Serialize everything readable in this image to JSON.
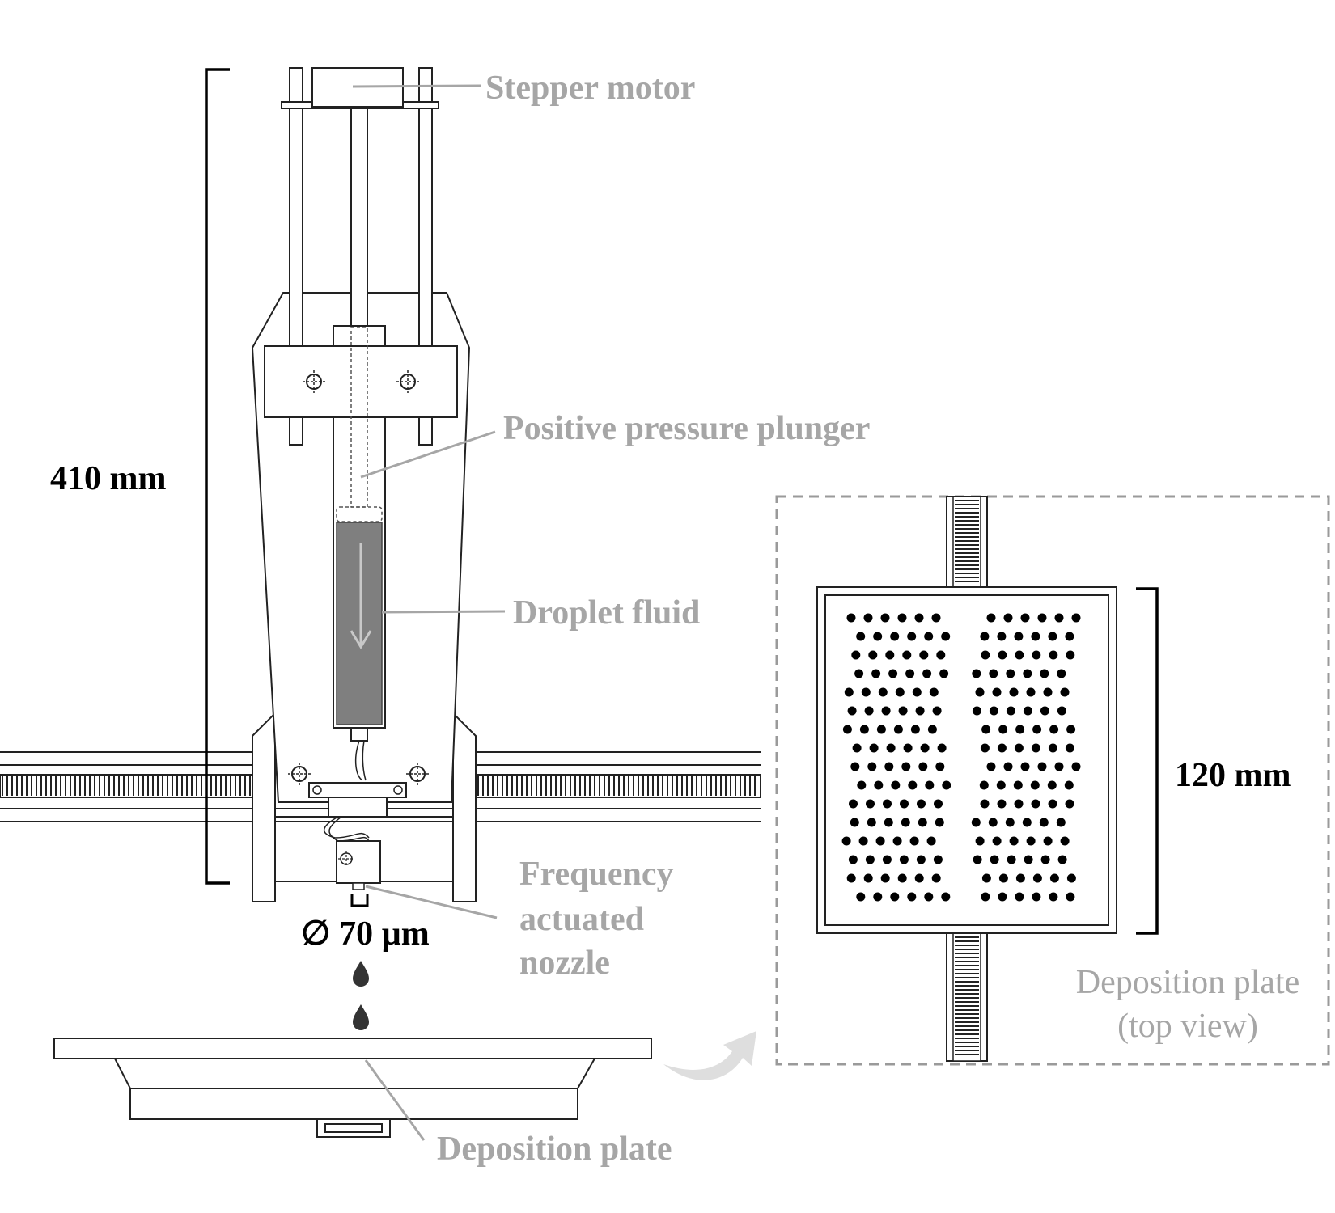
{
  "labels": {
    "stepper_motor": "Stepper motor",
    "plunger": "Positive pressure plunger",
    "droplet_fluid": "Droplet fluid",
    "nozzle_line1": "Frequency",
    "nozzle_line2": "actuated",
    "nozzle_line3": "nozzle",
    "deposition_plate": "Deposition plate",
    "top_view_line1": "Deposition plate",
    "top_view_line2": "(top view)"
  },
  "dimensions": {
    "height": "410 mm",
    "plate_size": "120 mm",
    "nozzle_diameter": "∅ 70 µm"
  },
  "colors": {
    "label_grey": "#a6a6a6",
    "fluid": "#7f7f7f",
    "outline": "#222222",
    "dot": "#000000"
  }
}
